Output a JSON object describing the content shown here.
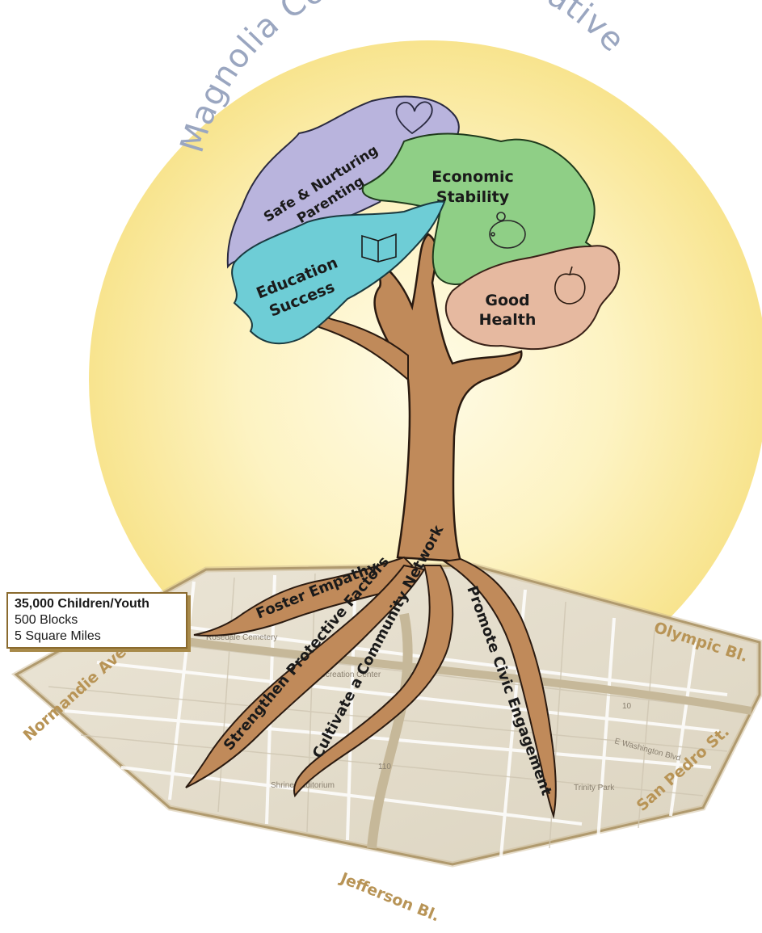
{
  "title": "Magnolia Community Initiative",
  "canopy": {
    "parenting": [
      "Safe & Nurturing",
      "Parenting"
    ],
    "economic": [
      "Economic",
      "Stability"
    ],
    "education": [
      "Education",
      "Success"
    ],
    "health": [
      "Good",
      "Health"
    ]
  },
  "roots": {
    "empathy": "Foster Empathy",
    "protective": "Strengthen Protective Factors",
    "network": "Cultivate a Community Network",
    "civic": "Promote Civic Engagement"
  },
  "streets": {
    "olympic": "Olympic Bl.",
    "normandie": "Normandie Ave.",
    "san_pedro": "San Pedro St.",
    "jefferson": "Jefferson Bl."
  },
  "map_labels": {
    "rosedale": "Rosedale Cemetery",
    "hoover": "Hoover Recreation Center",
    "shrine": "Shrine Auditorium",
    "trinity": "Trinity Park",
    "washington": "E Washington Blvd",
    "hwy110": "110",
    "hwy10": "10"
  },
  "stats": {
    "children": "35,000 Children/Youth",
    "blocks": "500 Blocks",
    "area": "5 Square Miles"
  },
  "colors": {
    "sun": "#fbeea0",
    "trunk": "#c08a5a",
    "parenting": "#b9b4dd",
    "economic": "#8fcf86",
    "education": "#6ecdd6",
    "health": "#e6b9a0",
    "map": "#e8e2d2",
    "street_label": "#b89456",
    "title": "#9aa6c0"
  },
  "icons": [
    "heart-icon",
    "piggy-bank-icon",
    "book-icon",
    "apple-icon"
  ]
}
